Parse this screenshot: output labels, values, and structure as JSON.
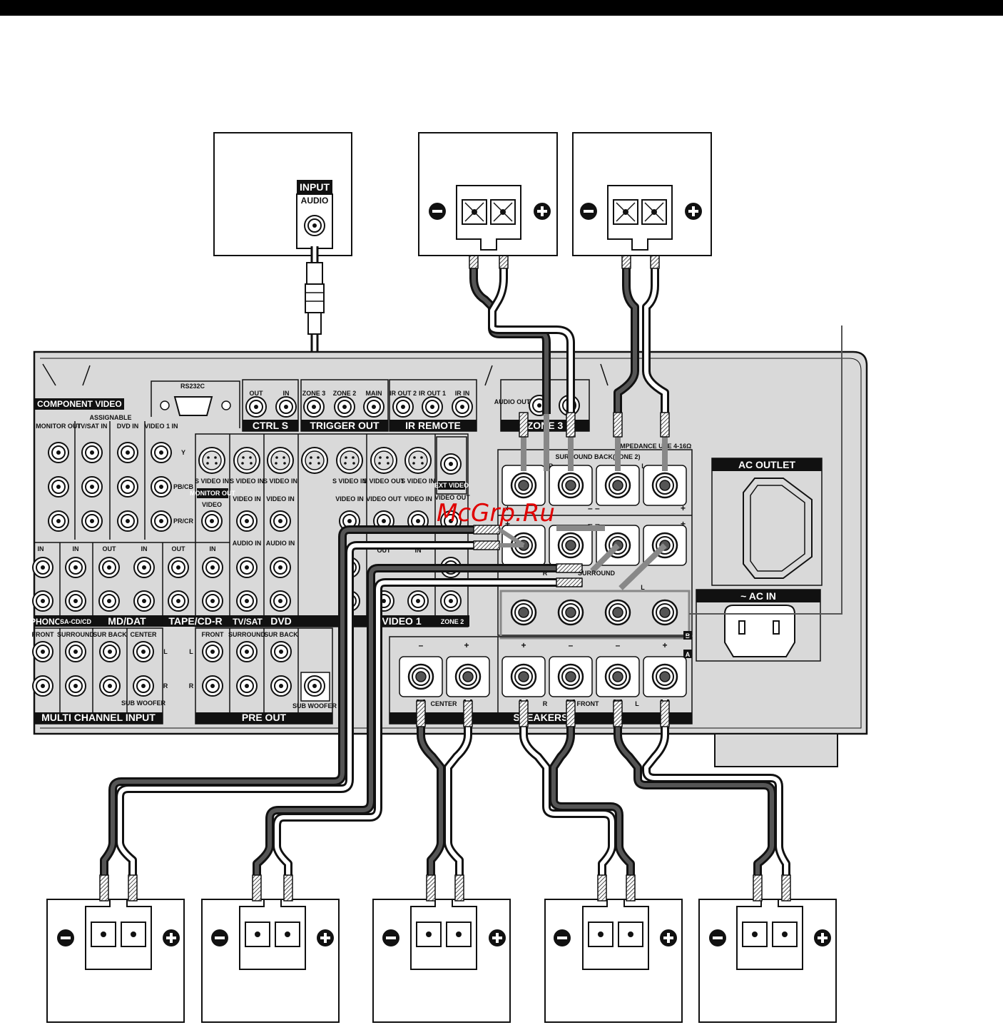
{
  "header": {
    "bar_color": "#000000"
  },
  "watermark": "McGrp.Ru",
  "subwoofer": {
    "input_label": "INPUT",
    "audio_label": "AUDIO"
  },
  "receiver": {
    "component_video": "COMPONENT VIDEO",
    "assignable": "ASSIGNABLE",
    "rs232c": "RS232C",
    "monitor_out": "MONITOR OUT",
    "tv_sat_in": "TV/SAT IN",
    "dvd_in": "DVD IN",
    "video1_in": "VIDEO 1 IN",
    "y": "Y",
    "pb_cb": "PB/CB",
    "pr_cr": "PR/CR",
    "ctrl_s": "CTRL S",
    "ctrl_out": "OUT",
    "ctrl_in": "IN",
    "trigger_out": "TRIGGER OUT",
    "zone3_trig": "ZONE 3",
    "zone2_trig": "ZONE 2",
    "main_trig": "MAIN",
    "ir_remote": "IR REMOTE",
    "ir_out2": "IR OUT 2",
    "ir_out1": "IR OUT 1",
    "ir_in": "IR IN",
    "zone3": "ZONE 3",
    "audio_out": "AUDIO OUT",
    "l": "L",
    "r": "R",
    "impedance": "IMPEDANCE USE 4-16Ω",
    "surround_back": "SURROUND BACK(ZONE 2)",
    "surround": "SURROUND",
    "s_video_in": "S VIDEO IN",
    "s_video_out": "S VIDEO OUT",
    "video_in": "VIDEO IN",
    "video_out": "VIDEO OUT",
    "audio_in": "AUDIO IN",
    "ext_video": "EXT VIDEO",
    "monitor_out_video": "VIDEO",
    "phono": "PHONO",
    "sacd": "SA-CD/CD",
    "md_dat": "MD/DAT",
    "tape_cdr": "TAPE/CD-R",
    "tv_sat": "TV/SAT",
    "dvd": "DVD",
    "video1": "VIDEO 1",
    "zone2": "ZONE 2",
    "out": "OUT",
    "in": "IN",
    "front": "FRONT",
    "sur_back": "SUR BACK",
    "center": "CENTER",
    "sub_woofer": "SUB WOOFER",
    "multi_channel_input": "MULTI CHANNEL INPUT",
    "pre_out": "PRE OUT",
    "speakers": "SPEAKERS",
    "ac_outlet": "AC OUTLET",
    "ac_in": "~ AC IN",
    "b": "B",
    "a": "A",
    "plus": "+",
    "minus": "–"
  }
}
